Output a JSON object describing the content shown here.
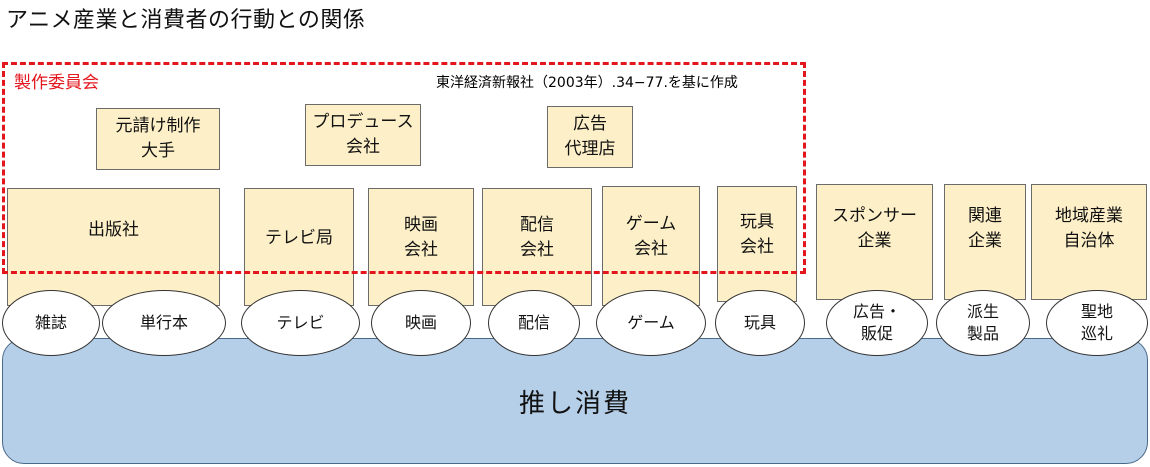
{
  "title": "アニメ産業と消費者の行動との関係",
  "committee": {
    "label": "製作委員会",
    "source": "東洋経済新報社（2003年）.34−77.を基に作成"
  },
  "top_boxes": [
    {
      "id": "prime-studio",
      "label": "元請け制作\n大手"
    },
    {
      "id": "production-company",
      "label": "プロデュース\n会社"
    },
    {
      "id": "ad-agency",
      "label": "広告\n代理店"
    }
  ],
  "industry_boxes": [
    {
      "id": "publisher",
      "label": "出版社"
    },
    {
      "id": "tv-station",
      "label": "テレビ局"
    },
    {
      "id": "film-company",
      "label": "映画\n会社"
    },
    {
      "id": "streaming-company",
      "label": "配信\n会社"
    },
    {
      "id": "game-company",
      "label": "ゲーム\n会社"
    },
    {
      "id": "toy-company",
      "label": "玩具\n会社"
    },
    {
      "id": "sponsor",
      "label": "スポンサー\n企業"
    },
    {
      "id": "related-company",
      "label": "関連\n企業"
    },
    {
      "id": "local-government",
      "label": "地域産業\n自治体"
    }
  ],
  "consumption_ovals": [
    {
      "id": "magazine",
      "label": "雑誌"
    },
    {
      "id": "book",
      "label": "単行本"
    },
    {
      "id": "tv",
      "label": "テレビ"
    },
    {
      "id": "movie",
      "label": "映画"
    },
    {
      "id": "streaming",
      "label": "配信"
    },
    {
      "id": "game",
      "label": "ゲーム"
    },
    {
      "id": "toy",
      "label": "玩具"
    },
    {
      "id": "ad-promo",
      "label": "広告・\n販促"
    },
    {
      "id": "derivative",
      "label": "派生\n製品"
    },
    {
      "id": "pilgrimage",
      "label": "聖地\n巡礼"
    }
  ],
  "base": {
    "label": "推し消費"
  },
  "colors": {
    "box_fill": "#fdf0c8",
    "committee_border": "#e3161d",
    "base_fill": "#b5cfe9"
  }
}
